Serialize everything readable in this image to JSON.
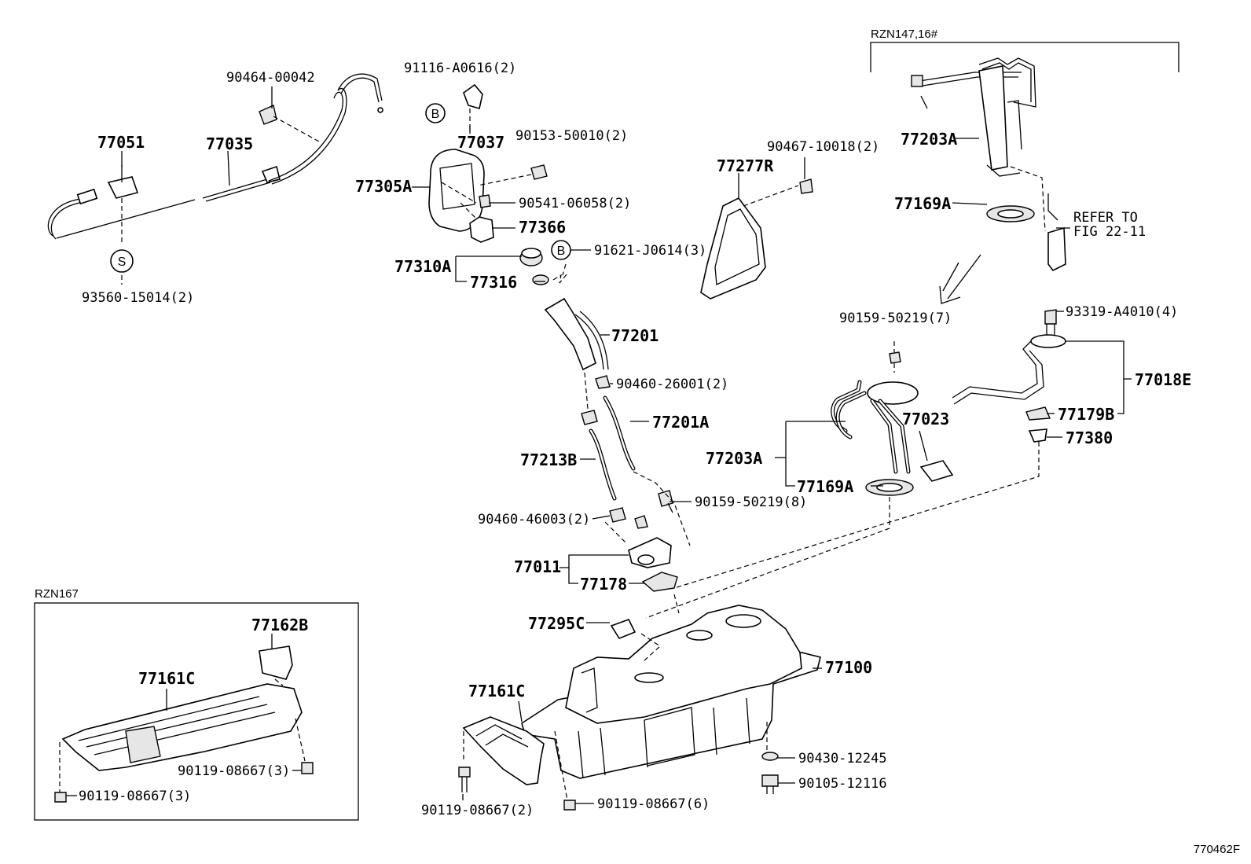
{
  "diagram_code": "770462F",
  "inset_rzn147": {
    "title": "RZN147,16#",
    "refer_line1": "REFER TO",
    "refer_line2": "FIG 22-11"
  },
  "inset_rzn167": {
    "title": "RZN167"
  },
  "symbols": {
    "b": "B",
    "s": "S"
  },
  "parts": {
    "p90464_00042": "90464-00042",
    "p91116_a0616": "91116-A0616(2)",
    "p77051": "77051",
    "p77035": "77035",
    "p77037": "77037",
    "p90153_50010": "90153-50010(2)",
    "p77305a": "77305A",
    "p90541_06058": "90541-06058(2)",
    "p77366": "77366",
    "p93560_15014": "93560-15014(2)",
    "p77310a": "77310A",
    "p77316": "77316",
    "p91621_j0614": "91621-J0614(3)",
    "p77277r": "77277R",
    "p90467_10018": "90467-10018(2)",
    "p77201": "77201",
    "p90460_26001": "90460-26001(2)",
    "p77201a": "77201A",
    "p77213b": "77213B",
    "p90159_50219_8": "90159-50219(8)",
    "p90460_46003": "90460-46003(2)",
    "p77011": "77011",
    "p77178": "77178",
    "p77295c": "77295C",
    "p77100": "77100",
    "p77161c_main": "77161C",
    "p90119_08667_2": "90119-08667(2)",
    "p90119_08667_6": "90119-08667(6)",
    "p90430_12245": "90430-12245",
    "p90105_12116": "90105-12116",
    "p77203a_top": "77203A",
    "p77169a_top": "77169A",
    "p90159_50219_7": "90159-50219(7)",
    "p93319_a4010": "93319-A4010(4)",
    "p77018e": "77018E",
    "p77023": "77023",
    "p77203a": "77203A",
    "p77169a": "77169A",
    "p77179b": "77179B",
    "p77380": "77380",
    "p77162b": "77162B",
    "p77161c_inset": "77161C",
    "p90119_08667_3a": "90119-08667(3)",
    "p90119_08667_3b": "90119-08667(3)"
  }
}
